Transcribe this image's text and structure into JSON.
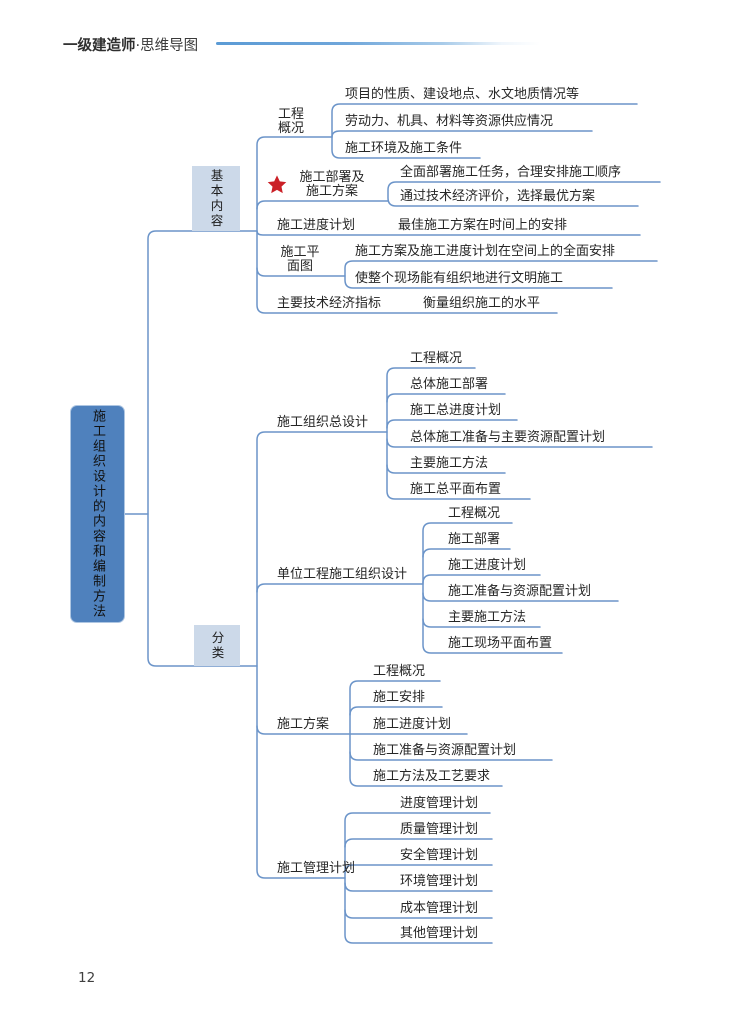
{
  "header": {
    "title_bold": "一级建造师",
    "title_sep": "·",
    "title_rest": "思维导图"
  },
  "page_number": "12",
  "root": {
    "label": "施工组织设计的内容和编制方法"
  },
  "basic": {
    "label": "基本内容",
    "project_overview": {
      "label_line1": "工程",
      "label_line2": "概况",
      "items": [
        "项目的性质、建设地点、水文地质情况等",
        "劳动力、机具、材料等资源供应情况",
        "施工环境及施工条件"
      ]
    },
    "deployment": {
      "label_line1": "施工部署及",
      "label_line2": "施工方案",
      "items": [
        "全面部署施工任务，合理安排施工顺序",
        "通过技术经济评价，选择最优方案"
      ]
    },
    "schedule": {
      "label": "施工进度计划",
      "note": "最佳施工方案在时间上的安排"
    },
    "site_plan": {
      "label_line1": "施工平",
      "label_line2": "面图",
      "items": [
        "施工方案及施工进度计划在空间上的全面安排",
        "使整个现场能有组织地进行文明施工"
      ]
    },
    "indicators": {
      "label": "主要技术经济指标",
      "note": "衡量组织施工的水平"
    }
  },
  "classification": {
    "label": "分类",
    "general_design": {
      "label": "施工组织总设计",
      "items": [
        "工程概况",
        "总体施工部署",
        "施工总进度计划",
        "总体施工准备与主要资源配置计划",
        "主要施工方法",
        "施工总平面布置"
      ]
    },
    "unit_design": {
      "label": "单位工程施工组织设计",
      "items": [
        "工程概况",
        "施工部署",
        "施工进度计划",
        "施工准备与资源配置计划",
        "主要施工方法",
        "施工现场平面布置"
      ]
    },
    "scheme": {
      "label": "施工方案",
      "items": [
        "工程概况",
        "施工安排",
        "施工进度计划",
        "施工准备与资源配置计划",
        "施工方法及工艺要求"
      ]
    },
    "management_plan": {
      "label": "施工管理计划",
      "items": [
        "进度管理计划",
        "质量管理计划",
        "安全管理计划",
        "环境管理计划",
        "成本管理计划",
        "其他管理计划"
      ]
    }
  },
  "colors": {
    "root_fill": "#4f81bd",
    "branch_fill": "#ccd9e9",
    "connector": "#6b94c9",
    "star": "#cb2027",
    "header_rule": "#5b9bd5"
  }
}
